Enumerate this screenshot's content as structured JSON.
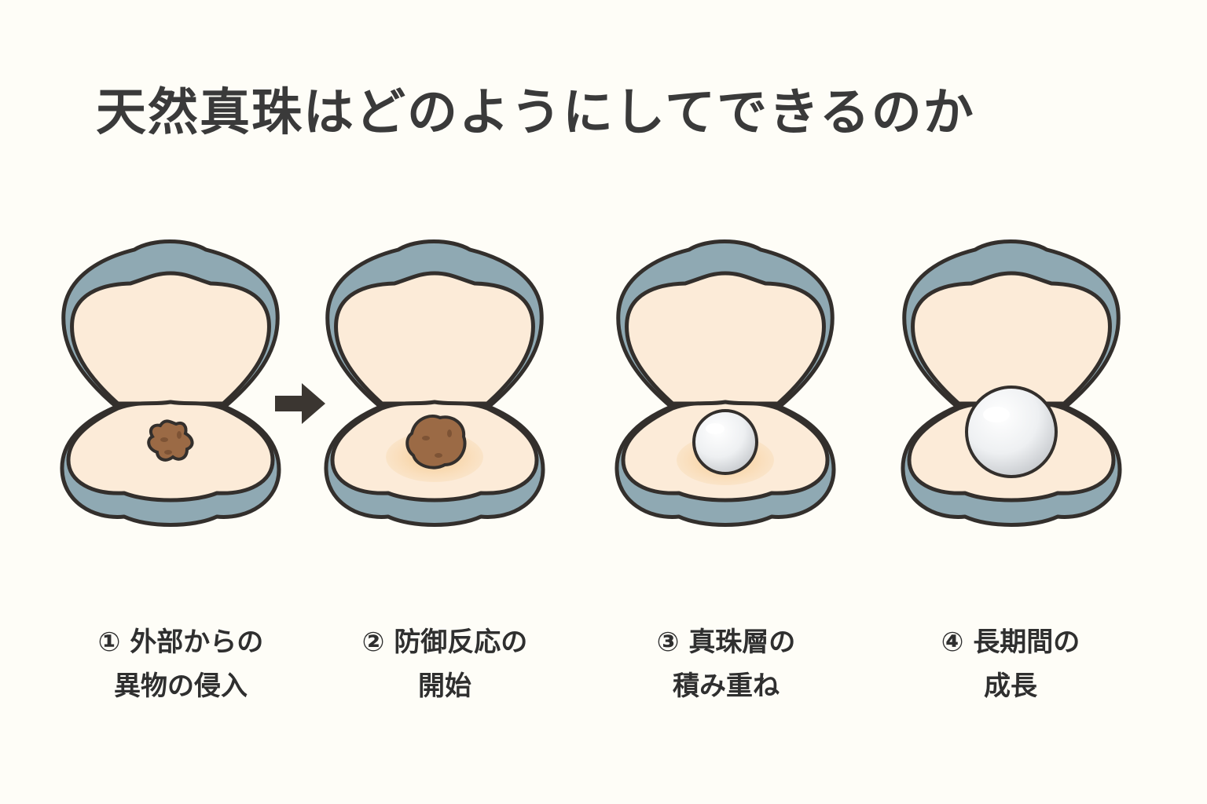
{
  "title": "天然真珠はどのようにしてできるのか",
  "colors": {
    "background": "#fefdf7",
    "shell_outer": "#8fa9b3",
    "shell_inner": "#fcebd8",
    "outline": "#332f2c",
    "irritant": "#9b6a45",
    "glow": "#f7cf9a",
    "pearl": "#f4f5f6"
  },
  "steps": [
    {
      "number": "①",
      "line1": "外部からの",
      "line2": "異物の侵入",
      "content": "irritant"
    },
    {
      "number": "②",
      "line1": "防御反応の",
      "line2": "開始",
      "content": "irritant-glow"
    },
    {
      "number": "③",
      "line1": "真珠層の",
      "line2": "積み重ね",
      "content": "small-pearl"
    },
    {
      "number": "④",
      "line1": "長期間の",
      "line2": "成長",
      "content": "large-pearl"
    }
  ],
  "icons": {
    "arrow": "arrow-right-icon",
    "shell": "oyster-shell-icon"
  }
}
